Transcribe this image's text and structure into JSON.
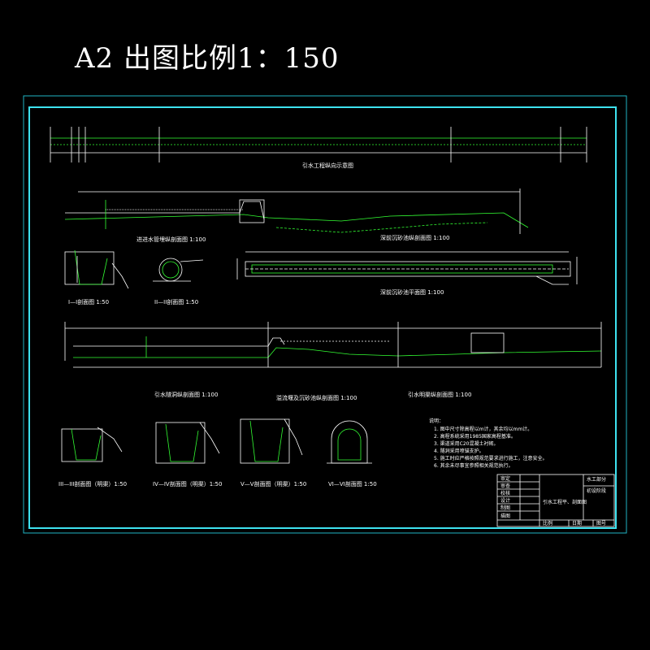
{
  "header": {
    "title": "A2 出图比例1：150"
  },
  "drawing": {
    "top_plan_caption": "引水工程纵向示意图",
    "sections": [
      {
        "id": "profile-1",
        "caption": "进进水管埋纵剖面图 1:100"
      },
      {
        "id": "profile-2",
        "caption": "深前沉砂池纵剖面图 1:100"
      },
      {
        "id": "sec-1",
        "caption": "I—I剖面图 1:50"
      },
      {
        "id": "sec-2",
        "caption": "II—II剖面图 1:50"
      },
      {
        "id": "plan-basin",
        "caption": "深前沉砂池平面图 1:100"
      },
      {
        "id": "long-1",
        "caption": "引水隧洞纵剖面图 1:100"
      },
      {
        "id": "long-2",
        "caption": "溢流堰及沉砂池纵剖面图 1:100"
      },
      {
        "id": "long-3",
        "caption": "引水明渠纵剖面图 1:100"
      },
      {
        "id": "sec-3",
        "caption": "III—III剖面图（明渠）1:50"
      },
      {
        "id": "sec-4",
        "caption": "IV—IV剖面图（明渠）1:50"
      },
      {
        "id": "sec-5",
        "caption": "V—V剖面图（明渠）1:50"
      },
      {
        "id": "sec-6",
        "caption": "VI—VI剖面图 1:50"
      }
    ],
    "notes_title": "说明：",
    "notes": [
      "1. 图中尺寸除高程以m计，其余均以mm计。",
      "2. 高程系统采用1985国家高程基准。",
      "3. 渠道采用C20混凝土衬砌。",
      "4. 隧洞采用喷锚支护。",
      "5. 施工时应严格按照规范要求进行施工，注意安全。",
      "6. 其余未尽事宜参照相关规范执行。"
    ],
    "title_block": {
      "drawing_name": "引水工程平、剖面图",
      "right_top": [
        "水工部分",
        "初设阶段"
      ],
      "left_labels": [
        "审定",
        "审查",
        "校核",
        "设计",
        "制图",
        "描图"
      ],
      "bottom_labels": [
        "比例",
        "日期",
        "图号"
      ]
    }
  }
}
